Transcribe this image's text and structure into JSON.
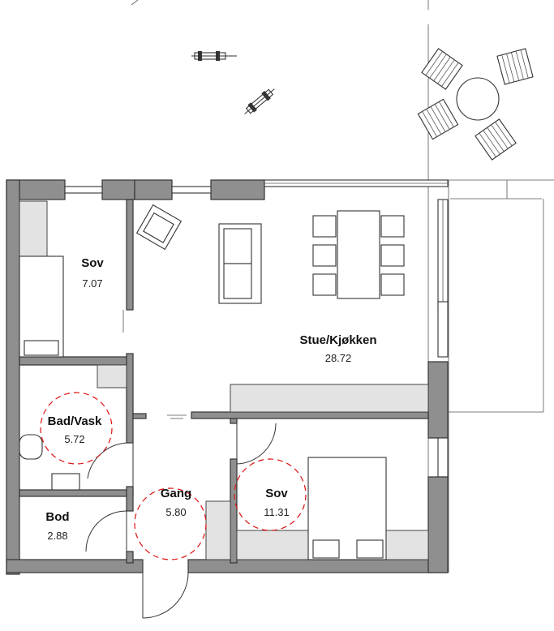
{
  "rooms": [
    {
      "id": "sov-1",
      "name": "Sov",
      "area": "7.07"
    },
    {
      "id": "stue-kjokken",
      "name": "Stue/Kjøkken",
      "area": "28.72"
    },
    {
      "id": "bad-vask",
      "name": "Bad/Vask",
      "area": "5.72"
    },
    {
      "id": "gang",
      "name": "Gang",
      "area": "5.80"
    },
    {
      "id": "sov-2",
      "name": "Sov",
      "area": "11.31"
    },
    {
      "id": "bod",
      "name": "Bod",
      "area": "2.88"
    }
  ],
  "colors": {
    "wall_fill": "#8f8f8f",
    "fixture_fill": "#e3e3e3",
    "turning_circle": "#dd1111",
    "line": "#333333"
  }
}
